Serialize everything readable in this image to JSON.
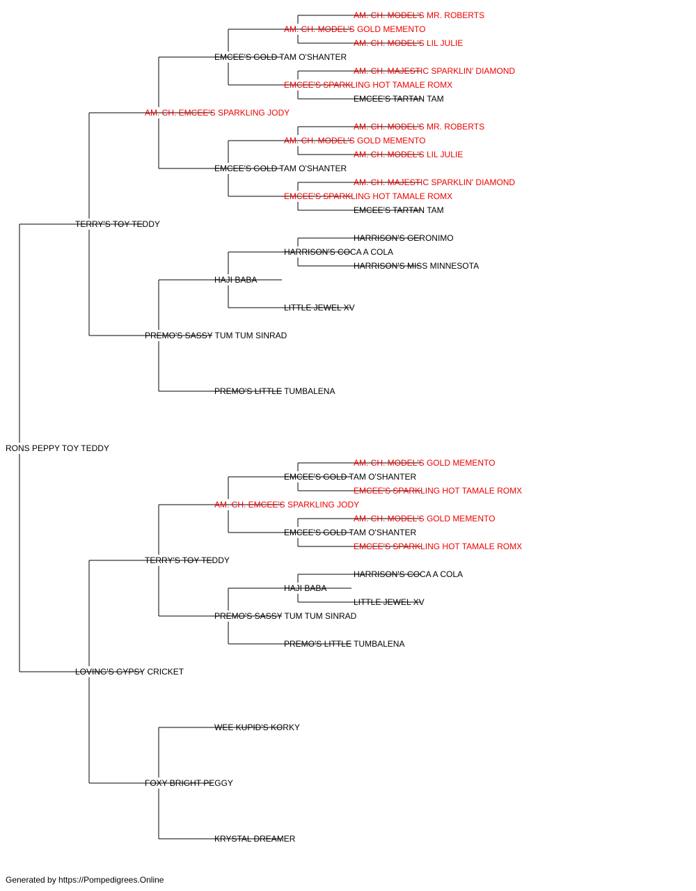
{
  "pedigree": {
    "name": "RONS PEPPY TOY TEDDY",
    "champion": false,
    "sire": {
      "name": "TERRY'S TOY TEDDY",
      "champion": false,
      "sire": {
        "name": "AM. CH. EMCEE'S SPARKLING JODY",
        "champion": true,
        "sire": {
          "name": "EMCEE'S GOLD TAM O'SHANTER",
          "champion": false,
          "sire": {
            "name": "AM. CH. MODEL'S GOLD MEMENTO",
            "champion": true,
            "sire": {
              "name": "AM. CH. MODEL'S MR. ROBERTS",
              "champion": true
            },
            "dam": {
              "name": "AM. CH. MODEL'S LIL JULIE",
              "champion": true
            }
          },
          "dam": {
            "name": "EMCEE'S SPARKLING HOT TAMALE ROMX",
            "champion": true,
            "sire": {
              "name": "AM. CH. MAJESTIC SPARKLIN' DIAMOND",
              "champion": true
            },
            "dam": {
              "name": "EMCEE'S TARTAN TAM",
              "champion": false
            }
          }
        },
        "dam": {
          "name": "EMCEE'S GOLD TAM O'SHANTER",
          "champion": false,
          "sire": {
            "name": "AM. CH. MODEL'S GOLD MEMENTO",
            "champion": true,
            "sire": {
              "name": "AM. CH. MODEL'S MR. ROBERTS",
              "champion": true
            },
            "dam": {
              "name": "AM. CH. MODEL'S LIL JULIE",
              "champion": true
            }
          },
          "dam": {
            "name": "EMCEE'S SPARKLING HOT TAMALE ROMX",
            "champion": true,
            "sire": {
              "name": "AM. CH. MAJESTIC SPARKLIN' DIAMOND",
              "champion": true
            },
            "dam": {
              "name": "EMCEE'S TARTAN TAM",
              "champion": false
            }
          }
        }
      },
      "dam": {
        "name": "PREMO'S SASSY TUM TUM SINRAD",
        "champion": false,
        "sire": {
          "name": "HAJI BABA",
          "champion": false,
          "sire": {
            "name": "HARRISON'S COCA A COLA",
            "champion": false,
            "sire": {
              "name": "HARRISON'S GERONIMO",
              "champion": false
            },
            "dam": {
              "name": "HARRISON'S MISS MINNESOTA",
              "champion": false
            }
          },
          "dam": {
            "name": "LITTLE JEWEL XV",
            "champion": false
          }
        },
        "dam": {
          "name": "PREMO'S LITTLE TUMBALENA",
          "champion": false
        }
      }
    },
    "dam": {
      "name": "LOVING'S GYPSY CRICKET",
      "champion": false,
      "sire": {
        "name": "TERRY'S TOY TEDDY",
        "champion": false,
        "sire": {
          "name": "AM. CH. EMCEE'S SPARKLING JODY",
          "champion": true,
          "sire": {
            "name": "EMCEE'S GOLD TAM O'SHANTER",
            "champion": false,
            "sire": {
              "name": "AM. CH. MODEL'S GOLD MEMENTO",
              "champion": true
            },
            "dam": {
              "name": "EMCEE'S SPARKLING HOT TAMALE ROMX",
              "champion": true
            }
          },
          "dam": {
            "name": "EMCEE'S GOLD TAM O'SHANTER",
            "champion": false,
            "sire": {
              "name": "AM. CH. MODEL'S GOLD MEMENTO",
              "champion": true
            },
            "dam": {
              "name": "EMCEE'S SPARKLING HOT TAMALE ROMX",
              "champion": true
            }
          }
        },
        "dam": {
          "name": "PREMO'S SASSY TUM TUM SINRAD",
          "champion": false,
          "sire": {
            "name": "HAJI BABA",
            "champion": false,
            "sire": {
              "name": "HARRISON'S COCA A COLA",
              "champion": false
            },
            "dam": {
              "name": "LITTLE JEWEL XV",
              "champion": false
            }
          },
          "dam": {
            "name": "PREMO'S LITTLE TUMBALENA",
            "champion": false
          }
        }
      },
      "dam": {
        "name": "FOXY BRIGHT PEGGY",
        "champion": false,
        "sire": {
          "name": "WEE KUPID'S KORKY",
          "champion": false
        },
        "dam": {
          "name": "KRYSTAL DREAMER",
          "champion": false
        }
      }
    }
  },
  "colors": {
    "champion": "#ee0000",
    "regular": "#000000",
    "line": "#000000"
  },
  "footer": {
    "text": "Generated by https://Pompedigrees.Online"
  }
}
